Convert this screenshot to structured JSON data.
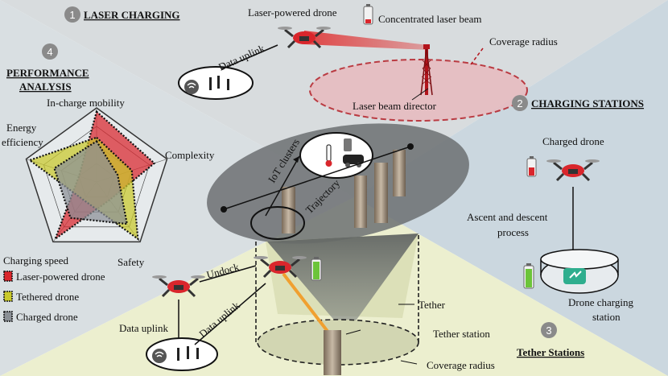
{
  "sections": {
    "laser": {
      "num": "1",
      "title": "LASER CHARGING"
    },
    "stations": {
      "num": "2",
      "title": "CHARGING STATIONS"
    },
    "tether": {
      "num": "3",
      "title": "Tether Stations"
    },
    "performance": {
      "num": "4",
      "title_line1": "PERFORMANCE",
      "title_line2": "ANALYSIS"
    }
  },
  "labels": {
    "laser_drone": "Laser-powered drone",
    "laser_beam": "Concentrated laser beam",
    "coverage_top": "Coverage radius",
    "data_uplink_top": "Data uplink",
    "beam_director": "Laser beam director",
    "iot_clusters": "IoT clusters",
    "trajectory": "Trajectory",
    "charged_drone": "Charged drone",
    "ascent_line1": "Ascent and descent",
    "ascent_line2": "process",
    "station_line1": "Drone charging",
    "station_line2": "station",
    "undock": "Undock",
    "data_uplink_left": "Data uplink",
    "data_uplink_diag": "Data uplink",
    "tether": "Tether",
    "tether_station": "Tether station",
    "coverage_bottom": "Coverage radius"
  },
  "radar": {
    "axes": [
      "In-charge mobility",
      "Complexity",
      "Safety",
      "Charging speed",
      "Energy efficiency"
    ],
    "axis_label_lines": {
      "top": "In-charge mobility",
      "upper_right": "Complexity",
      "lower_right": "Safety",
      "lower_left": "Charging speed",
      "upper_left_1": "Energy",
      "upper_left_2": "efficiency"
    },
    "series": [
      {
        "name": "Laser-powered drone",
        "color": "#d9262c",
        "values": [
          0.95,
          0.82,
          0.3,
          0.95,
          0.25
        ]
      },
      {
        "name": "Tethered drone",
        "color": "#c9c92a",
        "values": [
          0.6,
          0.5,
          0.95,
          0.3,
          0.95
        ]
      },
      {
        "name": "Charged drone",
        "color": "#8a8f95",
        "values": [
          0.55,
          0.3,
          0.7,
          0.6,
          0.6
        ]
      }
    ]
  },
  "colors": {
    "bg_top": "#d5dadd",
    "bg_left": "#d6dcdf",
    "bg_right": "#c9d6de",
    "bg_bottom": "#ecefd0",
    "center_ellipse": "#6f7375",
    "laser_red": "#d9262c",
    "tether_orange": "#f0a030"
  },
  "icons": [
    "drone-icon",
    "battery-icon",
    "wifi-icon",
    "person-icon",
    "building-icon",
    "thermometer-icon",
    "car-icon",
    "charging-pad-icon",
    "laser-tower-icon"
  ]
}
